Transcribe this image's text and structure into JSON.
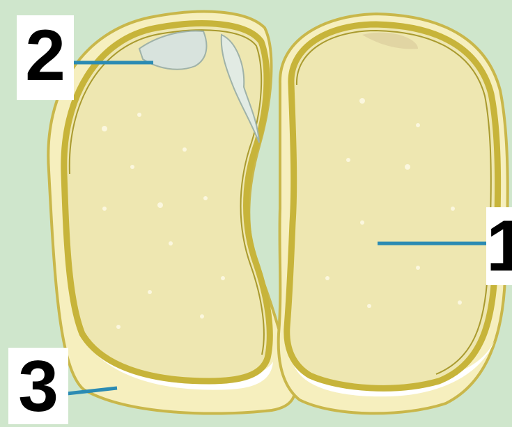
{
  "colors": {
    "background": "#cfe6cc",
    "seed_coat_outline": "#b8a738",
    "coat_fill": "#f6efbe",
    "cotyledon_fill": "#eee7b1",
    "cotyledon_rim": "#c7b43a",
    "embryo": "#d8e3dd",
    "leader_line": "#2b8bb3",
    "label_text": "#000000",
    "label_box": "#ffffff"
  },
  "labels": [
    {
      "id": "cotyledon",
      "text": "1"
    },
    {
      "id": "embryo",
      "text": "2"
    },
    {
      "id": "seed-coat",
      "text": "3"
    }
  ]
}
